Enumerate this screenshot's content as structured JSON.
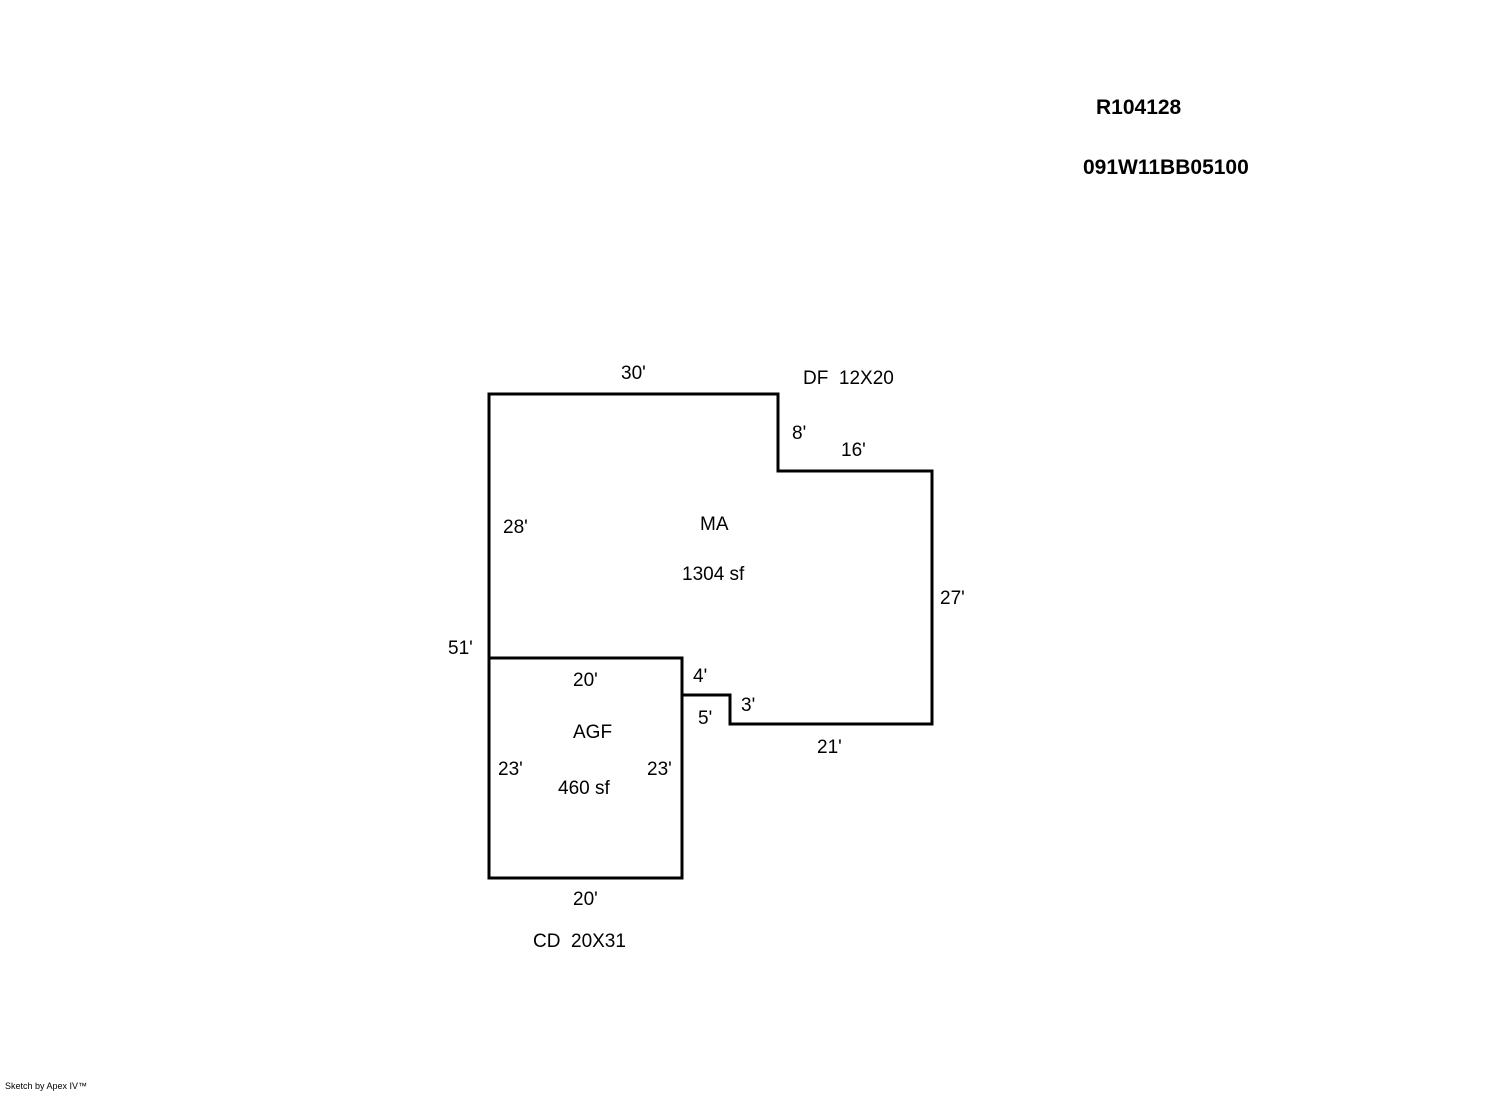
{
  "header": {
    "record_id": "R104128",
    "parcel_number": "091W11BB05100"
  },
  "areas": {
    "main": {
      "code": "MA",
      "area": "1304 sf"
    },
    "garage": {
      "code": "AGF",
      "area": "460 sf"
    }
  },
  "dimensions": {
    "main_top": "30'",
    "main_step_down": "8'",
    "main_step_right": "16'",
    "main_left": "28'",
    "main_right": "27'",
    "main_bottom_right": "21'",
    "main_notch_up": "3'",
    "main_notch_across": "5'",
    "main_notch_side": "4'",
    "overall_left": "51'",
    "garage_top": "20'",
    "garage_left": "23'",
    "garage_right": "23'",
    "garage_bottom": "20'"
  },
  "annotations": {
    "deck_flat": "DF  12X20",
    "covered_deck": "CD  20X31"
  },
  "footer": {
    "credit": "Sketch by Apex IV™"
  }
}
